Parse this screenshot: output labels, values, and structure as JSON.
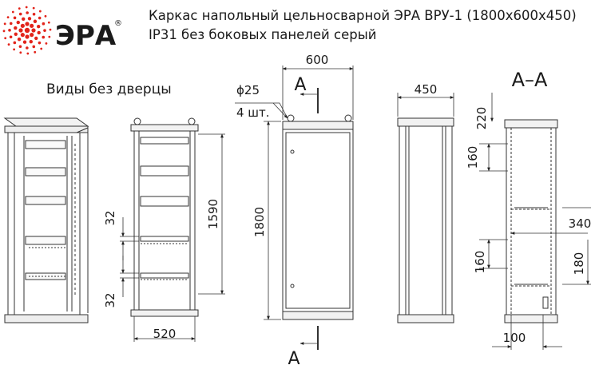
{
  "header": {
    "brand_name": "ЭРА",
    "brand_mark": "®",
    "brand_color": "#e2231a",
    "title_line1": "Каркас напольный цельносварной ЭРА ВРУ-1 (1800х600х450)",
    "title_line2": "IP31 без боковых панелей серый"
  },
  "views_caption": "Виды без дверцы",
  "dimensions": {
    "width_600": "600",
    "depth_450": "450",
    "section_title": "A–A",
    "section_mark": "A",
    "hole_diameter": "ϕ25",
    "hole_count": "4 шт.",
    "height_1800": "1800",
    "height_1590": "1590",
    "width_520": "520",
    "step_32_top": "32",
    "step_32_bottom": "32",
    "dim_220": "220",
    "dim_160_top": "160",
    "dim_160_bottom": "160",
    "dim_340": "340",
    "dim_180": "180",
    "dim_100": "100"
  }
}
